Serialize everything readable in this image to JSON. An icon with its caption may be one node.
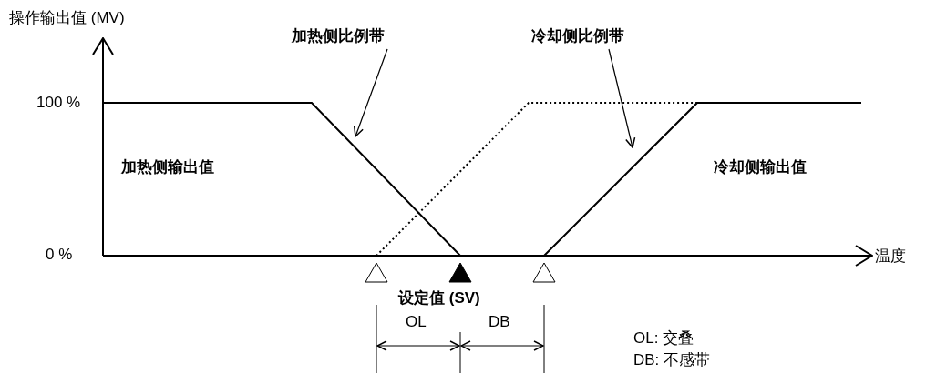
{
  "diagram": {
    "nodes": [
      {
        "text": [
          "加热侧比例带"
        ]
      },
      {
        "text": [
          "冷却侧比例带"
        ]
      }
    ],
    "edges": [
      {
        "from": 0,
        "to": null,
        "arrow": "to"
      },
      {
        "from": 1,
        "to": null,
        "arrow": "to"
      }
    ],
    "labels": [
      "操作输出值 (MV)",
      "100 %",
      "加热侧输出值",
      "冷却侧输出值",
      "0 %",
      "温度",
      "设定值 (SV)",
      "OL",
      "DB",
      "OL: 交叠",
      "DB: 不感带"
    ]
  }
}
